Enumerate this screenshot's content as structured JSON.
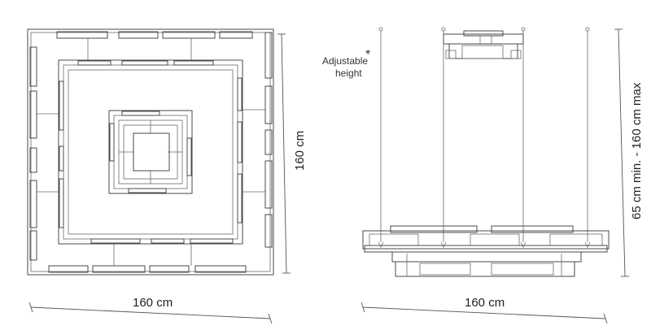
{
  "top_view": {
    "width_label": "160 cm",
    "depth_label": "160 cm"
  },
  "side_view": {
    "width_label": "160 cm",
    "height_label": "65 cm min. - 160 cm max",
    "note_line1": "Adjustable",
    "note_line2": "height",
    "note_mark": "*"
  }
}
